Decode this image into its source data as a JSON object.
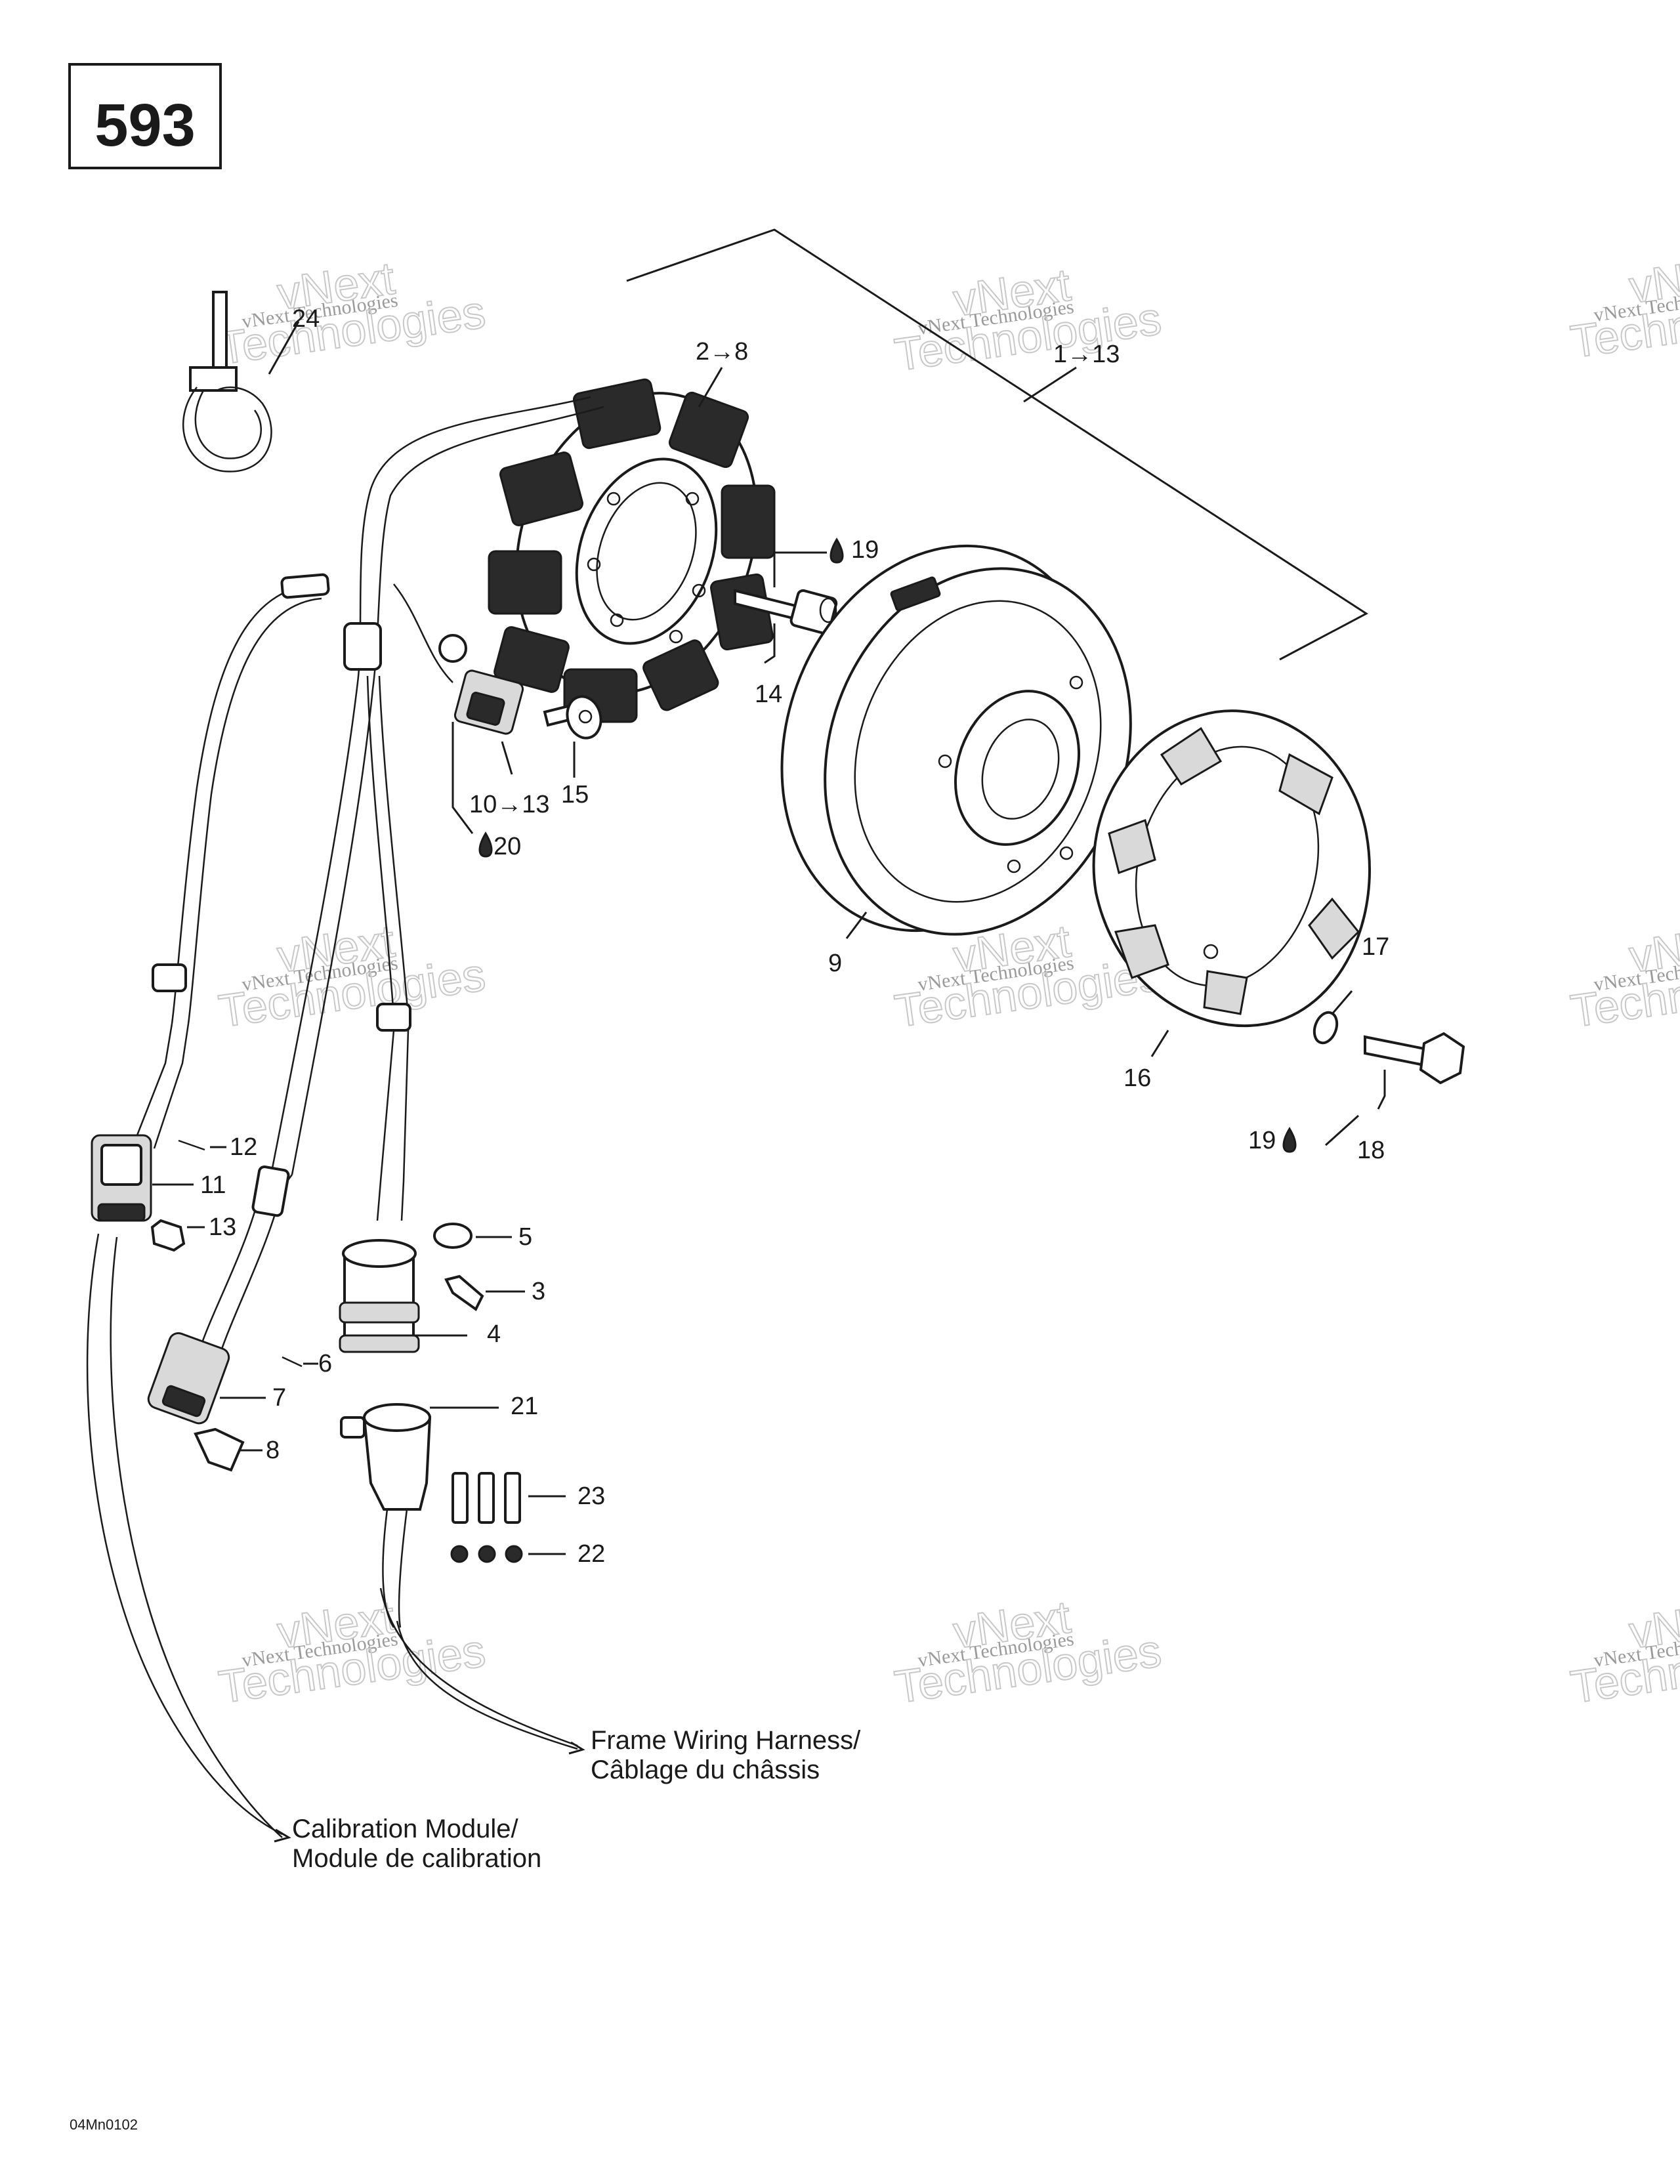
{
  "page": {
    "number": "593",
    "figure_code": "04Mn0102"
  },
  "watermark": {
    "line1": "vNext Technologies",
    "line2": "Technologies",
    "top": "vNext"
  },
  "labels": {
    "l_1_13": "1→13",
    "l_2_8": "2→8",
    "l_3": "3",
    "l_4": "4",
    "l_5": "5",
    "l_6": "6",
    "l_7": "7",
    "l_8": "8",
    "l_9": "9",
    "l_10_13": "10→13",
    "l_11": "11",
    "l_12": "12",
    "l_13": "13",
    "l_14": "14",
    "l_15": "15",
    "l_16": "16",
    "l_17": "17",
    "l_18": "18",
    "l_19a": "19",
    "l_19b": "19",
    "l_20": "20",
    "l_21": "21",
    "l_22": "22",
    "l_23": "23",
    "l_24": "24"
  },
  "notes": {
    "frame_harness_en": "Frame Wiring Harness/",
    "frame_harness_fr": "Câblage du châssis",
    "calibration_en": "Calibration Module/",
    "calibration_fr": "Module de calibration"
  },
  "icons": {
    "drop": "drop-icon"
  }
}
